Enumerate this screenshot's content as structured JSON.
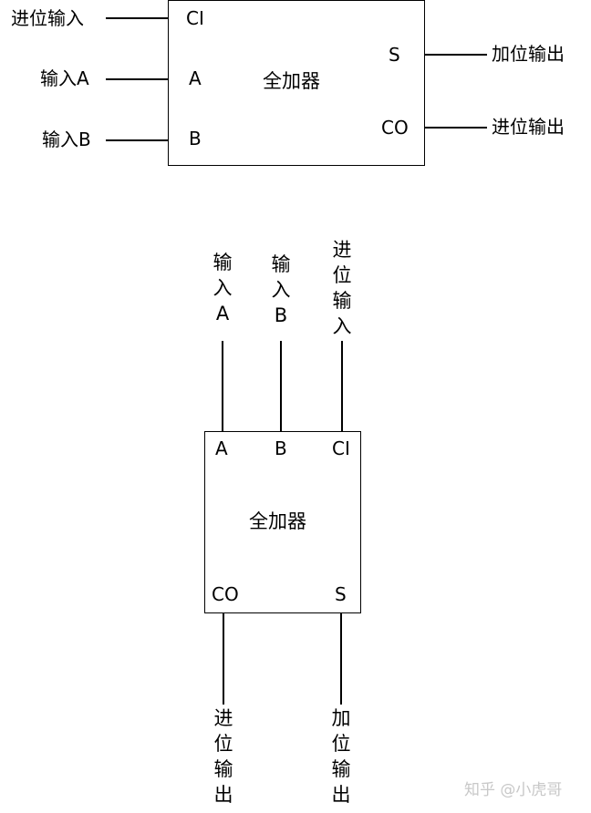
{
  "diagram1": {
    "block": "全加器",
    "inputs": [
      {
        "label": "进位输入",
        "pin": "CI"
      },
      {
        "label": "输入A",
        "pin": "A"
      },
      {
        "label": "输入B",
        "pin": "B"
      }
    ],
    "outputs": [
      {
        "label": "加位输出",
        "pin": "S"
      },
      {
        "label": "进位输出",
        "pin": "CO"
      }
    ]
  },
  "diagram2": {
    "block": "全加器",
    "inputs": [
      {
        "label": "输入A",
        "pin": "A"
      },
      {
        "label": "输入B",
        "pin": "B"
      },
      {
        "label": "进位输入",
        "pin": "CI"
      }
    ],
    "outputs": [
      {
        "label": "进位输出",
        "pin": "CO"
      },
      {
        "label": "加位输出",
        "pin": "S"
      }
    ]
  },
  "watermark": "知乎 @小虎哥"
}
